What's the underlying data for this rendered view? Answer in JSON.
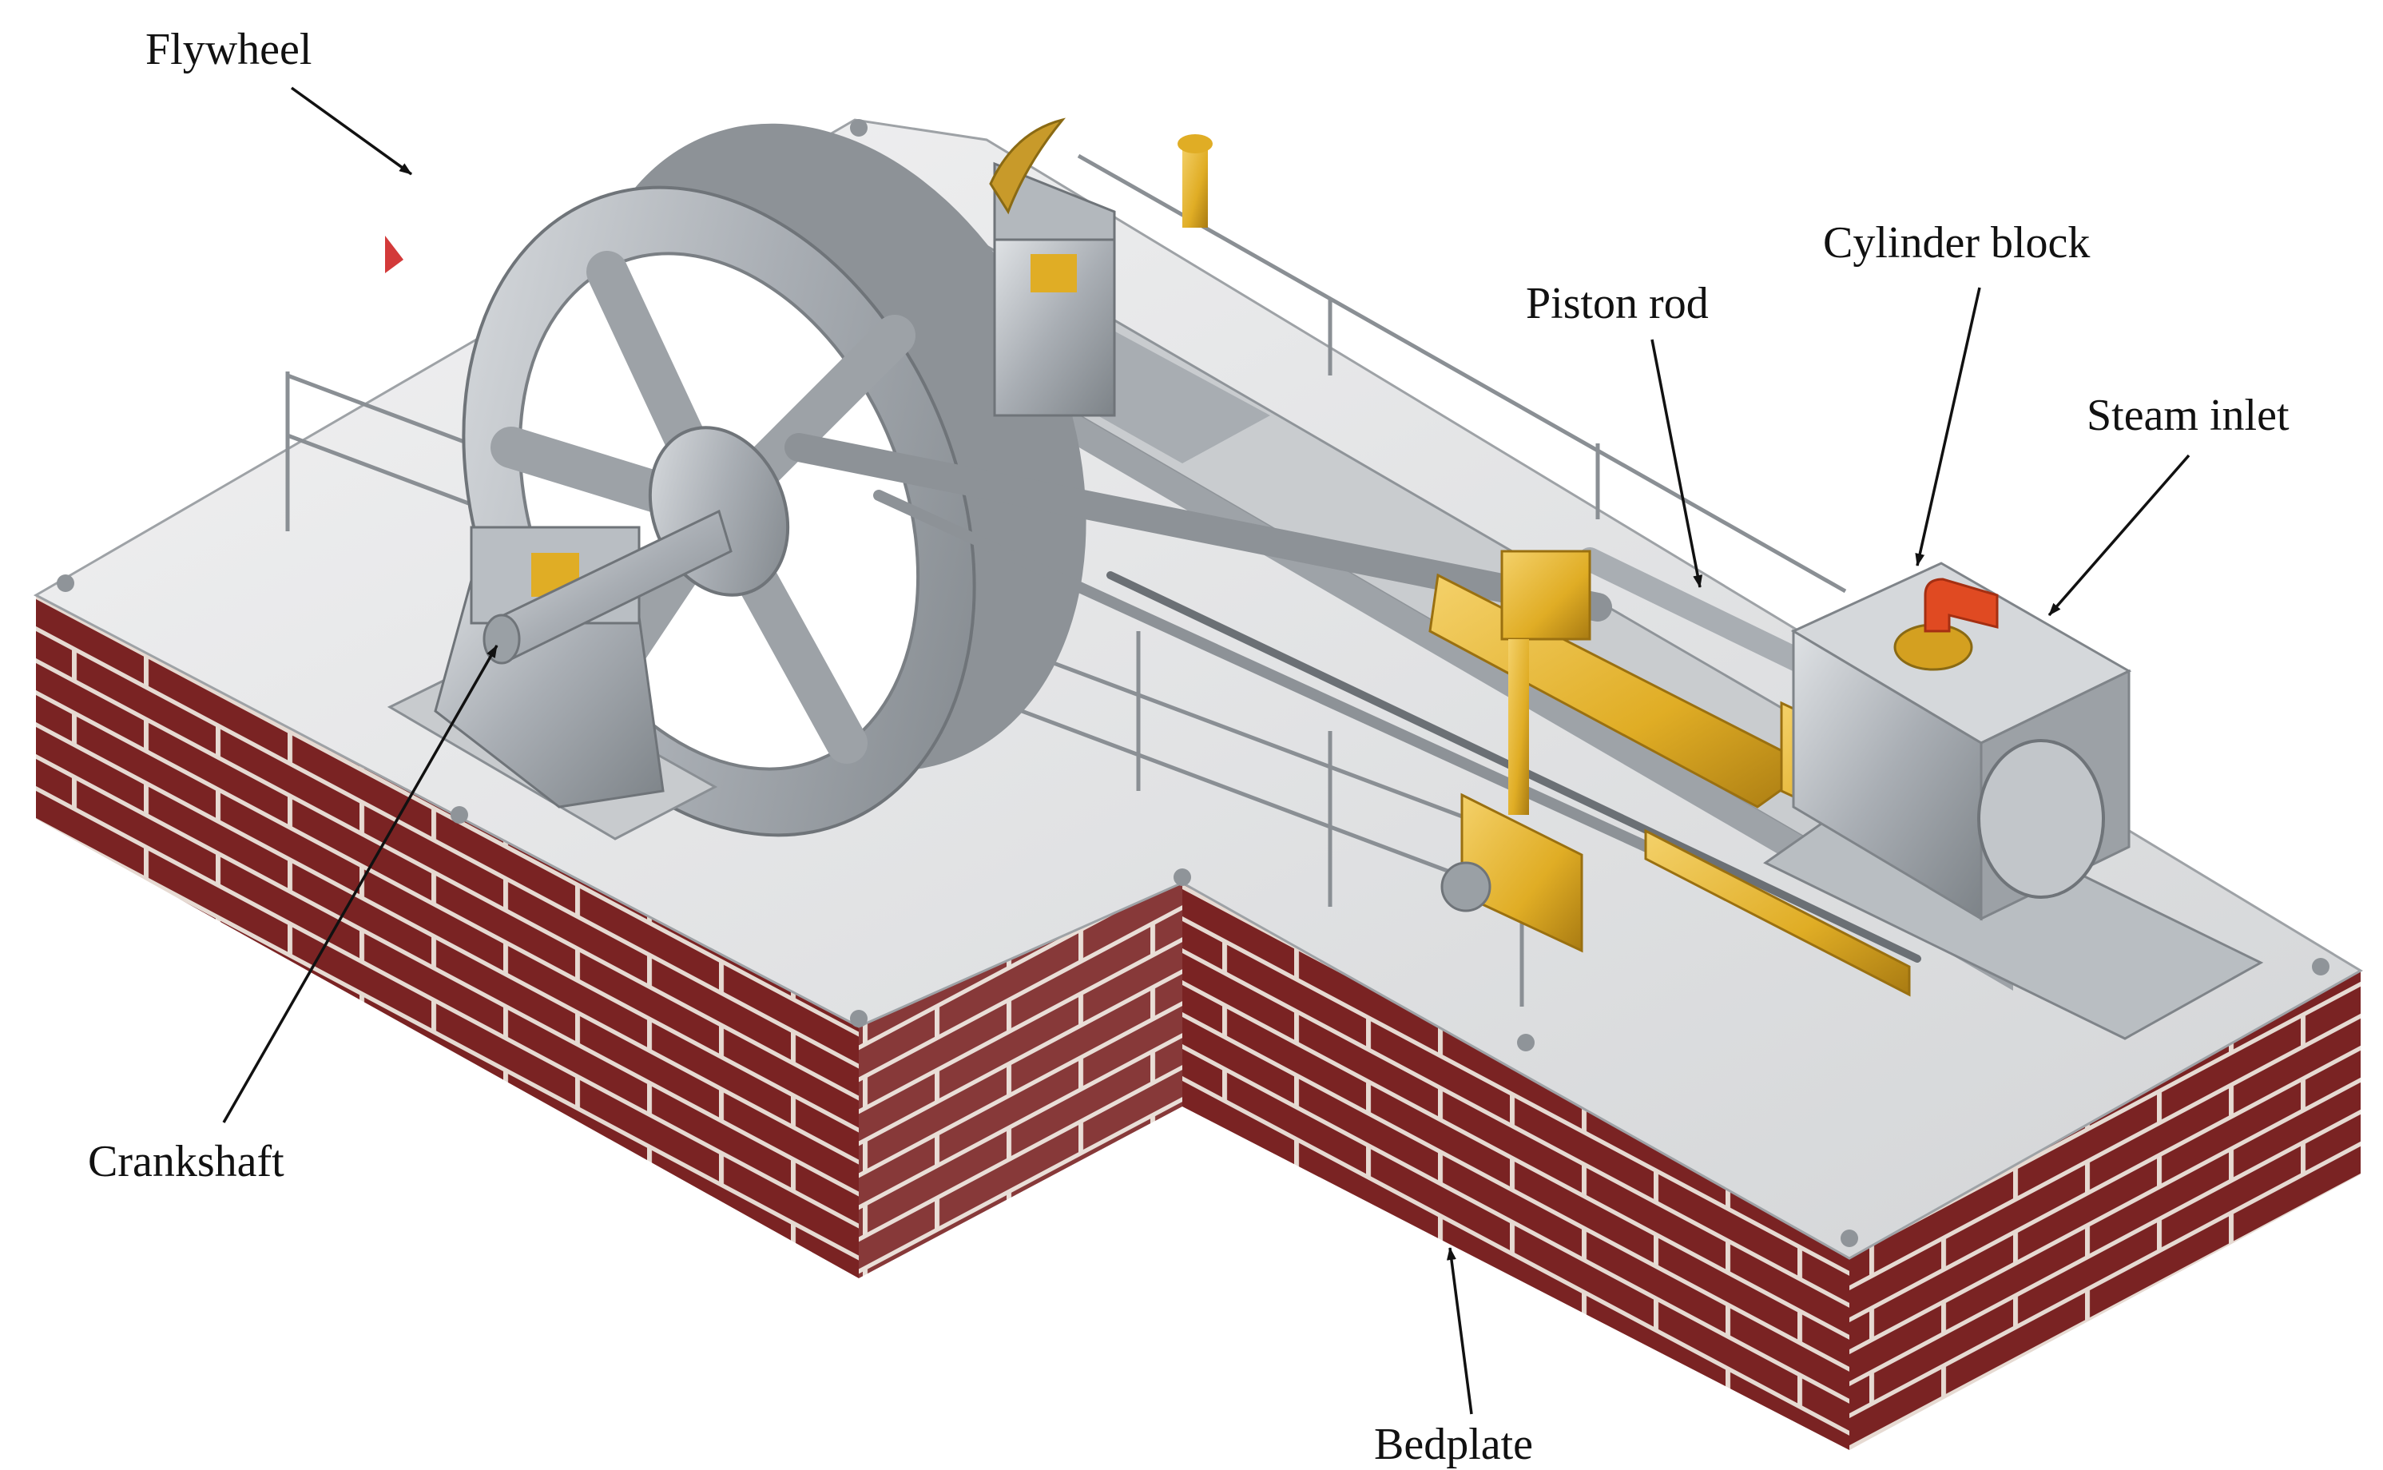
{
  "figure": {
    "labels": {
      "flywheel": "Flywheel",
      "piston_rod": "Piston rod",
      "cylinder_block": "Cylinder block",
      "steam_inlet": "Steam inlet",
      "crankshaft": "Crankshaft",
      "bedplate": "Bedplate"
    }
  },
  "colors": {
    "brick": "#7a2323",
    "mortar": "#e6dad2",
    "plate": "#e2e3e4",
    "steel": "#b7bcc1",
    "brass": "#e0ad25",
    "inlet_pipe": "#e04a22",
    "marker": "#d33a3a",
    "label": "#111111"
  }
}
